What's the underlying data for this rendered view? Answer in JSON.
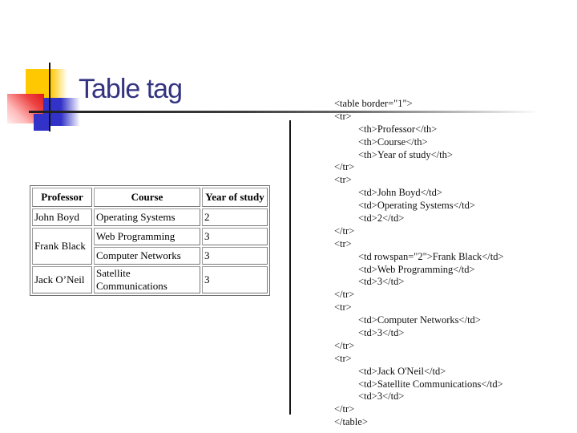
{
  "slide": {
    "title": "Table tag",
    "colors": {
      "title_text": "#333380",
      "accent_yellow": "#FFC800",
      "accent_blue": "#3232C8",
      "accent_red": "#E01818",
      "code_text": "#101010",
      "table_border": "#787878"
    }
  },
  "rendered_table": {
    "headers": [
      "Professor",
      "Course",
      "Year of study"
    ],
    "rows": [
      [
        {
          "text": "John Boyd"
        },
        {
          "text": "Operating Systems"
        },
        {
          "text": "2"
        }
      ],
      [
        {
          "text": "Frank Black",
          "rowspan": 2
        },
        {
          "text": "Web Programming"
        },
        {
          "text": "3"
        }
      ],
      [
        {
          "text": "Computer Networks"
        },
        {
          "text": "3"
        }
      ],
      [
        {
          "text": "Jack O’Neil"
        },
        {
          "text": "Satellite Communications"
        },
        {
          "text": "3"
        }
      ]
    ]
  },
  "code": {
    "lines": [
      {
        "indent": 0,
        "text": "<table border=\"1\">"
      },
      {
        "indent": 0,
        "text": "<tr>"
      },
      {
        "indent": 1,
        "text": "<th>Professor</th>"
      },
      {
        "indent": 1,
        "text": "<th>Course</th>"
      },
      {
        "indent": 1,
        "text": "<th>Year of study</th>"
      },
      {
        "indent": 0,
        "text": "</tr>"
      },
      {
        "indent": 0,
        "text": "<tr>"
      },
      {
        "indent": 1,
        "text": "<td>John Boyd</td>"
      },
      {
        "indent": 1,
        "text": "<td>Operating Systems</td>"
      },
      {
        "indent": 1,
        "text": "<td>2</td>"
      },
      {
        "indent": 0,
        "text": "</tr>"
      },
      {
        "indent": 0,
        "text": "<tr>"
      },
      {
        "indent": 1,
        "text": "<td rowspan=\"2\">Frank Black</td>"
      },
      {
        "indent": 1,
        "text": "<td>Web Programming</td>"
      },
      {
        "indent": 1,
        "text": "<td>3</td>"
      },
      {
        "indent": 0,
        "text": "</tr>"
      },
      {
        "indent": 0,
        "text": "<tr>"
      },
      {
        "indent": 1,
        "text": "<td>Computer Networks</td>"
      },
      {
        "indent": 1,
        "text": "<td>3</td>"
      },
      {
        "indent": 0,
        "text": "</tr>"
      },
      {
        "indent": 0,
        "text": "<tr>"
      },
      {
        "indent": 1,
        "text": "<td>Jack O'Neil</td>"
      },
      {
        "indent": 1,
        "text": "<td>Satellite Communications</td>"
      },
      {
        "indent": 1,
        "text": "<td>3</td>"
      },
      {
        "indent": 0,
        "text": "</tr>"
      },
      {
        "indent": 0,
        "text": "</table>"
      }
    ]
  }
}
